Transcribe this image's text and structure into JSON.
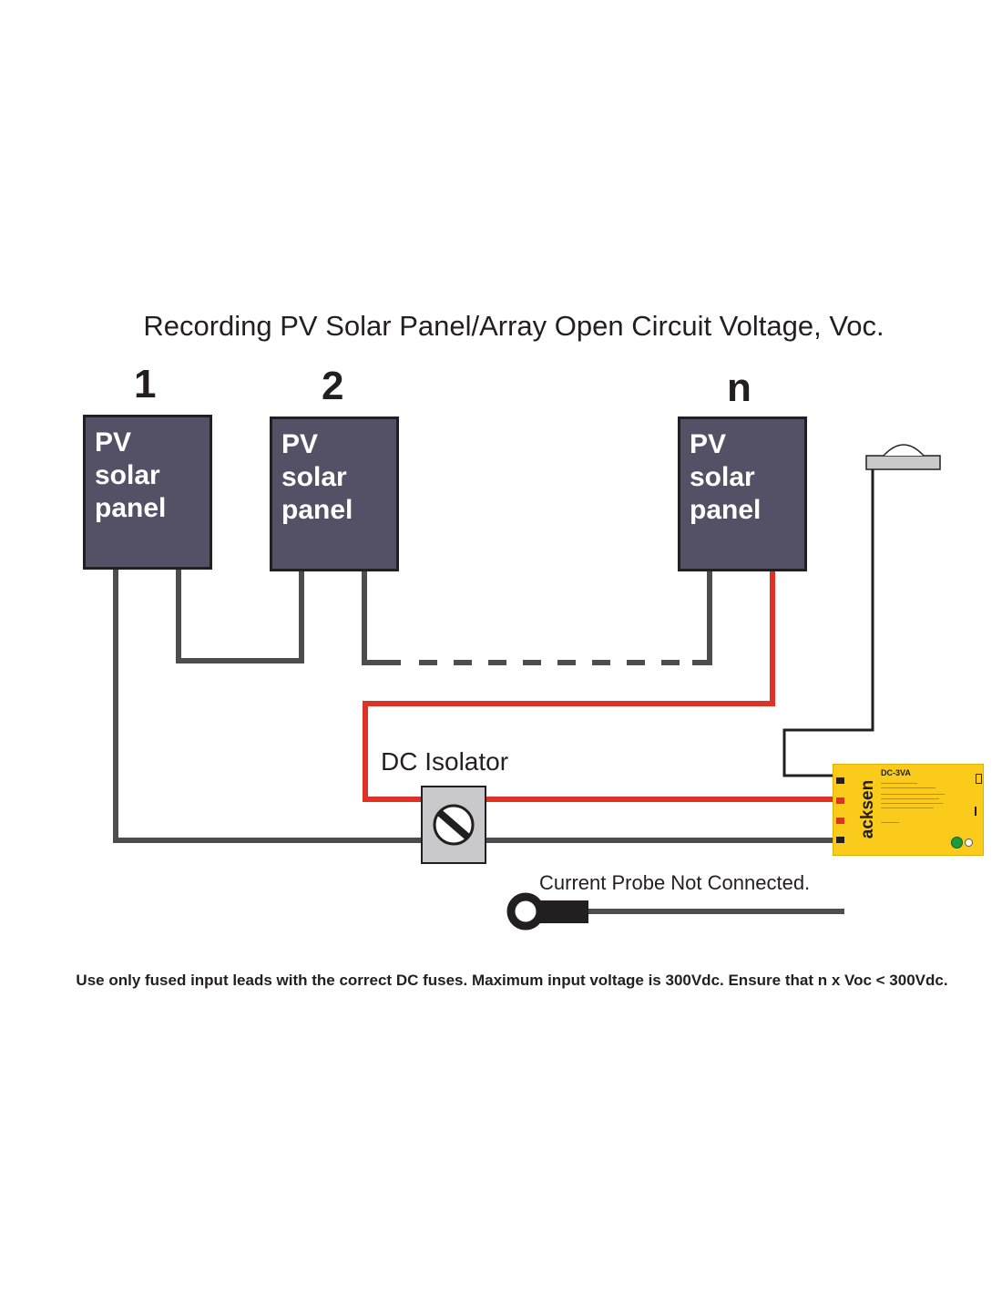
{
  "title": "Recording PV Solar Panel/Array Open Circuit Voltage, Voc.",
  "panels": [
    {
      "number": "1",
      "line1": "PV",
      "line2": "solar",
      "line3": "panel"
    },
    {
      "number": "2",
      "line1": "PV",
      "line2": "solar",
      "line3": "panel"
    },
    {
      "number": "n",
      "line1": "PV",
      "line2": "solar",
      "line3": "panel"
    }
  ],
  "isolator_label": "DC Isolator",
  "probe_label": "Current Probe Not Connected.",
  "logger": {
    "brand": "acksen",
    "model": "DC-3VA"
  },
  "footer": "Use only fused input leads with the correct DC fuses. Maximum input voltage is 300Vdc. Ensure that n x Voc < 300Vdc.",
  "colors": {
    "panel": "#545166",
    "wire_grey": "#4d4d4f",
    "wire_red": "#e03127",
    "logger": "#fbcb1b"
  }
}
